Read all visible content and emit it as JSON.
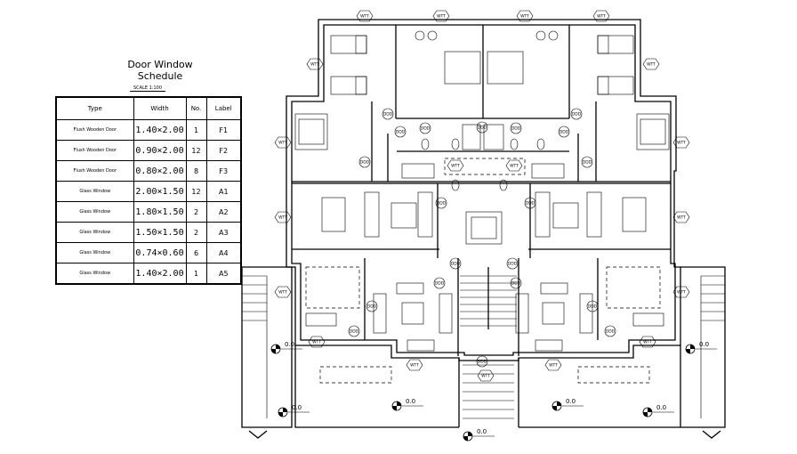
{
  "schedule": {
    "title": "Door Window Schedule",
    "scale": "SCALE 1:100",
    "headers": [
      "Label",
      "No.",
      "Width",
      "Type"
    ],
    "rows": [
      {
        "label": "F1",
        "no": "1",
        "size": "1.40×2.00",
        "type": "Flush Wooden Door"
      },
      {
        "label": "F2",
        "no": "12",
        "size": "0.90×2.00",
        "type": "Flush Wooden Door"
      },
      {
        "label": "F3",
        "no": "8",
        "size": "0.80×2.00",
        "type": "Flush Wooden Door"
      },
      {
        "label": "A1",
        "no": "12",
        "size": "2.00×1.50",
        "type": "Glass Window"
      },
      {
        "label": "A2",
        "no": "2",
        "size": "1.80×1.50",
        "type": "Glass Window"
      },
      {
        "label": "A3",
        "no": "2",
        "size": "1.50×1.50",
        "type": "Glass Window"
      },
      {
        "label": "A4",
        "no": "6",
        "size": "0.74×0.60",
        "type": "Glass Window"
      },
      {
        "label": "A5",
        "no": "1",
        "size": "1.40×2.00",
        "type": "Glass Window"
      }
    ]
  },
  "plan": {
    "tags": {
      "window": "WTT",
      "door": "DDD"
    },
    "levels": [
      "0.0",
      "0.0",
      "0.0",
      "0.0",
      "0.0",
      "0.0",
      "0.0"
    ]
  }
}
